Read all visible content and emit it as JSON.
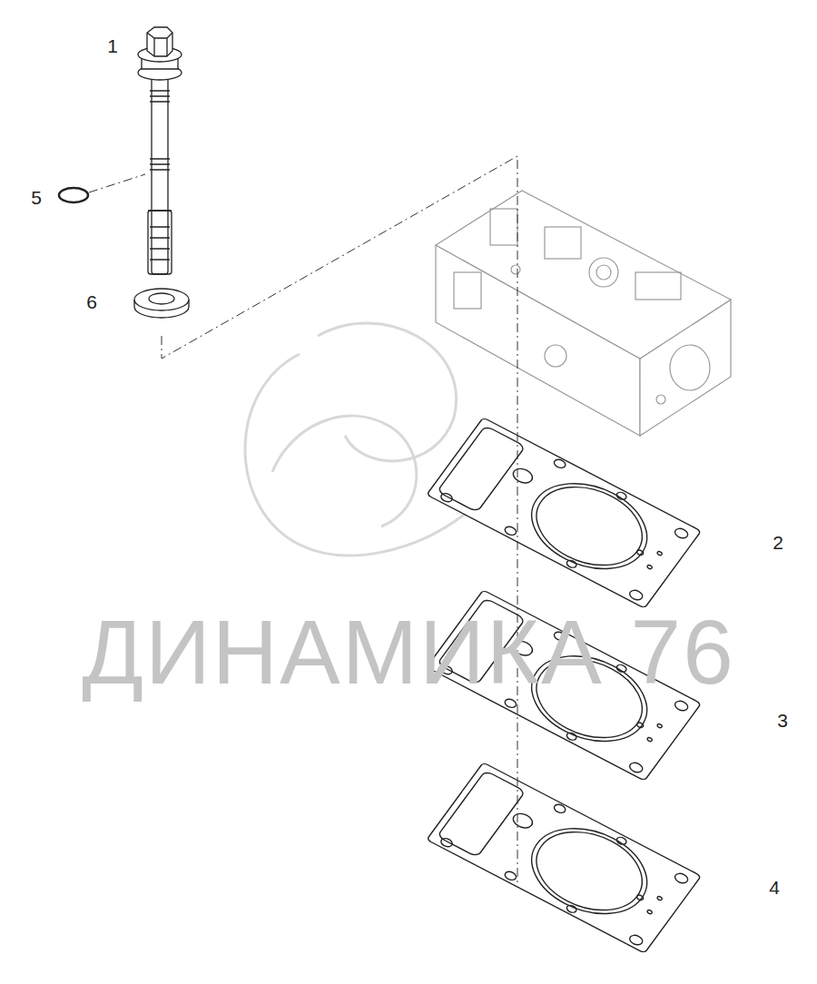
{
  "diagram": {
    "labels": [
      "1",
      "5",
      "6",
      "2",
      "3",
      "4",
      "ДИНАМИКА 76"
    ]
  }
}
